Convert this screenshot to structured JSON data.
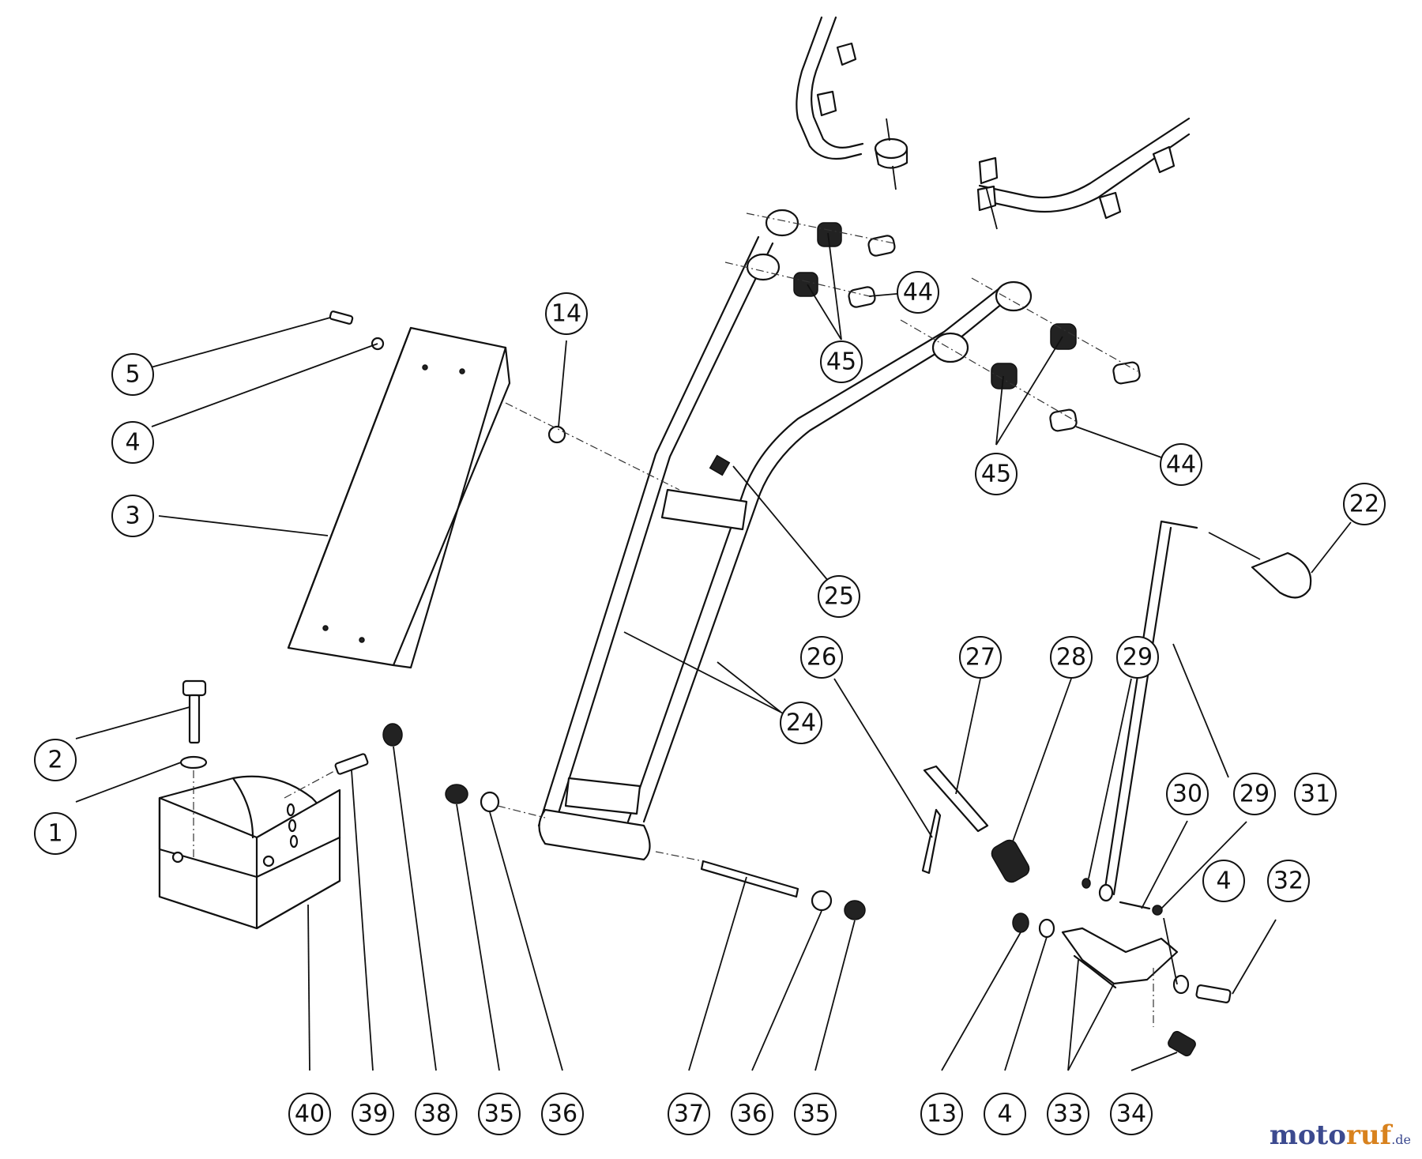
{
  "callouts": [
    {
      "label": "1",
      "part": "washer"
    },
    {
      "label": "2",
      "part": "bolt"
    },
    {
      "label": "3",
      "part": "chute-cover"
    },
    {
      "label": "4",
      "part": "washer"
    },
    {
      "label": "5",
      "part": "screw"
    },
    {
      "label": "14",
      "part": "washer"
    },
    {
      "label": "24",
      "part": "handle-frame"
    },
    {
      "label": "25",
      "part": "clip"
    },
    {
      "label": "26",
      "part": "pin"
    },
    {
      "label": "27",
      "part": "latch-pin"
    },
    {
      "label": "28",
      "part": "spring"
    },
    {
      "label": "29",
      "part": "washer"
    },
    {
      "label": "30",
      "part": "pin"
    },
    {
      "label": "29",
      "part": "washer"
    },
    {
      "label": "31",
      "part": "lever-rod"
    },
    {
      "label": "22",
      "part": "grip"
    },
    {
      "label": "44",
      "part": "bushing"
    },
    {
      "label": "45",
      "part": "nut"
    },
    {
      "label": "44",
      "part": "bushing"
    },
    {
      "label": "45",
      "part": "nut"
    },
    {
      "label": "4",
      "part": "washer"
    },
    {
      "label": "32",
      "part": "screw"
    },
    {
      "label": "40",
      "part": "grass-box"
    },
    {
      "label": "39",
      "part": "spring"
    },
    {
      "label": "38",
      "part": "nut"
    },
    {
      "label": "35",
      "part": "nut"
    },
    {
      "label": "36",
      "part": "washer"
    },
    {
      "label": "37",
      "part": "threaded-rod"
    },
    {
      "label": "36",
      "part": "washer"
    },
    {
      "label": "35",
      "part": "nut"
    },
    {
      "label": "13",
      "part": "nut"
    },
    {
      "label": "4",
      "part": "washer"
    },
    {
      "label": "33",
      "part": "latch-plate"
    },
    {
      "label": "34",
      "part": "spring"
    }
  ],
  "brand": {
    "part1": "moto",
    "part2": "ruf",
    "part3": ".de"
  },
  "colors": {
    "line": "#111111",
    "background": "#ffffff",
    "brand_blue": "#3c4a8f",
    "brand_orange": "#d8821e"
  }
}
